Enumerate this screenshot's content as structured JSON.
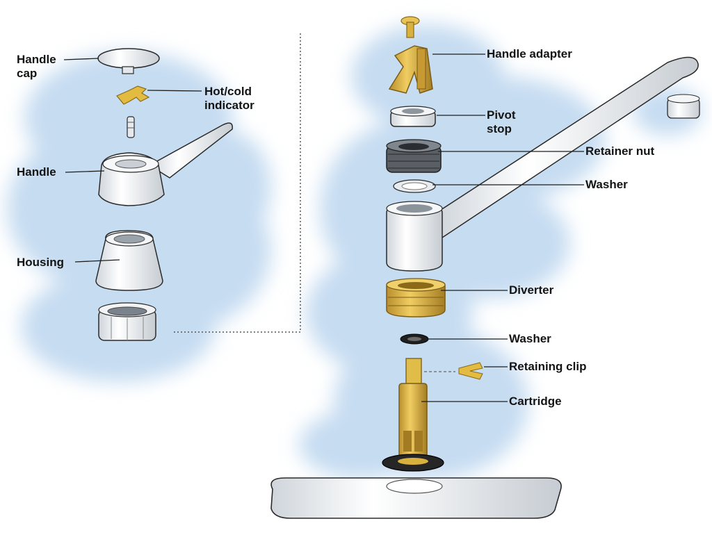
{
  "colors": {
    "watercolor": "#bcd6ef",
    "brass": "#d9b13f",
    "brass_dark": "#a8812a",
    "chrome": "#eef1f4",
    "outline": "#2a2a2a",
    "rubber": "#2b2b2b"
  },
  "labels": {
    "handle_cap": "Handle\ncap",
    "hot_cold": "Hot/cold\nindicator",
    "handle": "Handle",
    "housing": "Housing",
    "handle_adapter": "Handle adapter",
    "pivot_stop": "Pivot\nstop",
    "retainer_nut": "Retainer nut",
    "washer_top": "Washer",
    "diverter": "Diverter",
    "washer_bottom": "Washer",
    "retaining_clip": "Retaining clip",
    "cartridge": "Cartridge"
  }
}
